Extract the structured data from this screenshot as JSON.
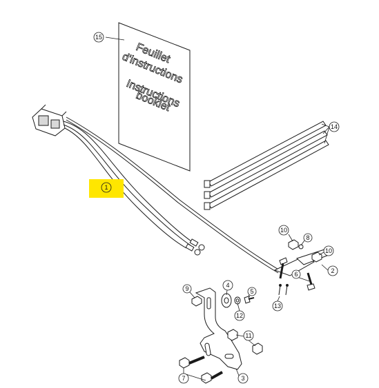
{
  "booklet": {
    "french_line1": "Feuillet",
    "french_line2": "d'instructions",
    "english_line1": "Instructions",
    "english_line2": "booklet"
  },
  "callouts": [
    {
      "id": "15",
      "label": "15"
    },
    {
      "id": "14",
      "label": "14"
    },
    {
      "id": "1",
      "label": "1"
    },
    {
      "id": "10a",
      "label": "10"
    },
    {
      "id": "8",
      "label": "8"
    },
    {
      "id": "10b",
      "label": "10"
    },
    {
      "id": "2",
      "label": "2"
    },
    {
      "id": "6",
      "label": "6"
    },
    {
      "id": "13",
      "label": "13"
    },
    {
      "id": "9",
      "label": "9"
    },
    {
      "id": "4",
      "label": "4"
    },
    {
      "id": "5",
      "label": "5"
    },
    {
      "id": "12",
      "label": "12"
    },
    {
      "id": "11",
      "label": "11"
    },
    {
      "id": "7",
      "label": "7"
    },
    {
      "id": "3",
      "label": "3"
    }
  ],
  "colors": {
    "highlight": "#ffe600",
    "line": "#1a1a1a",
    "background": "#ffffff"
  }
}
